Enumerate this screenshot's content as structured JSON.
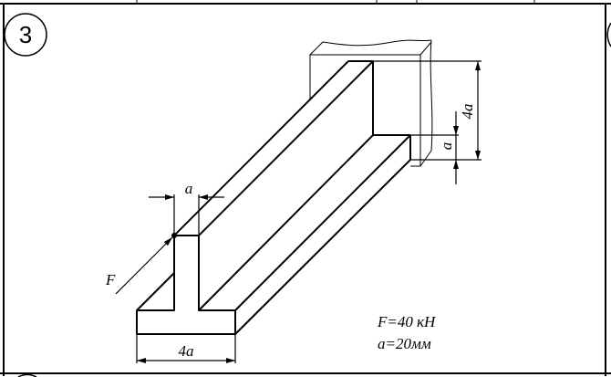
{
  "problem_number": "3",
  "labels": {
    "force": "F",
    "web_width": "a",
    "flange_width": "4a",
    "height": "4a",
    "flange_thickness": "a"
  },
  "given": {
    "force_value": "F=40 кН",
    "a_value": "a=20мм"
  }
}
